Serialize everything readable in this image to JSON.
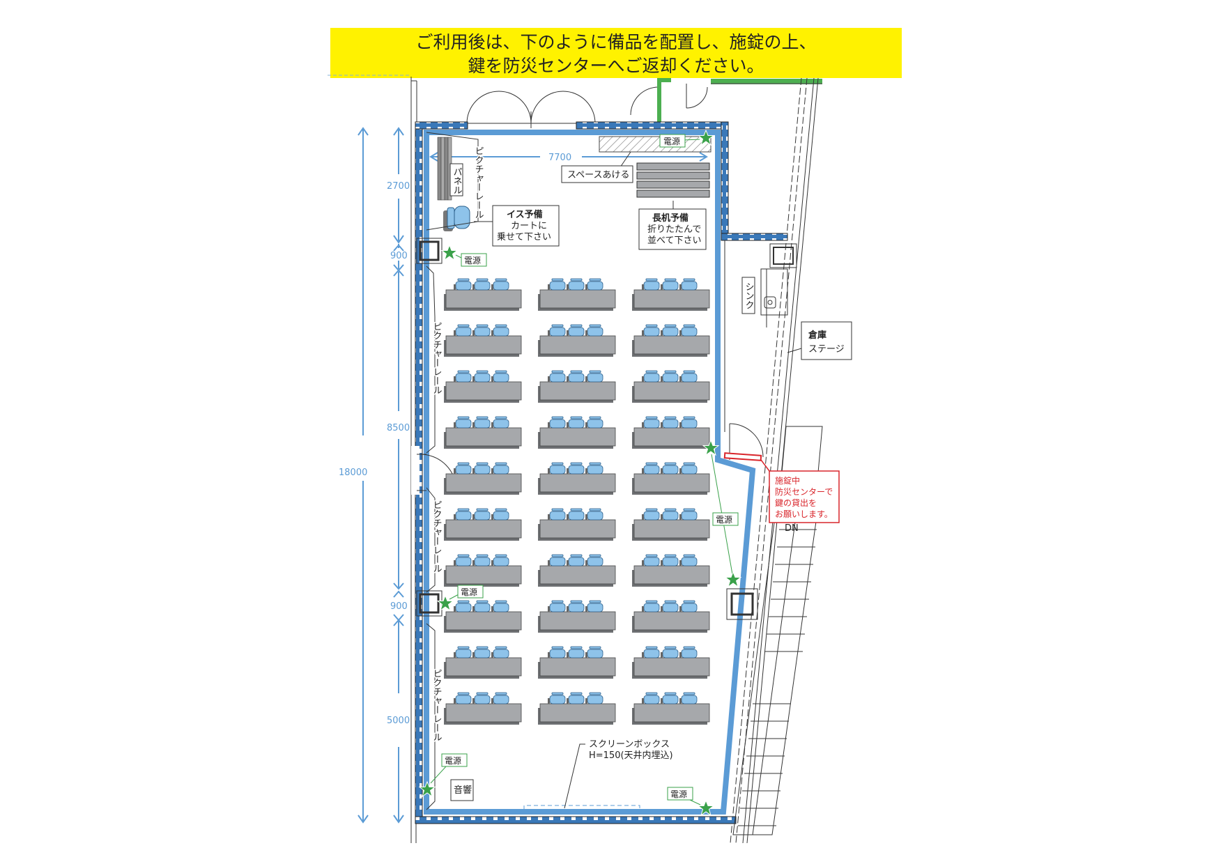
{
  "banner": {
    "line1": "ご利用後は、下のように備品を配置し、施錠の上、",
    "line2": "鍵を防災センターへご返却ください。",
    "background": "#fff200"
  },
  "dimensions": {
    "total": "18000",
    "segments": [
      "2700",
      "900",
      "8500",
      "900",
      "5000"
    ],
    "width": "7700"
  },
  "labels": {
    "picture_rail": "ピクチャーレール",
    "panel": "パネル",
    "space": "スペースあける",
    "chair_reserve_title": "イス予備",
    "chair_reserve_line1": "カートに",
    "chair_reserve_line2": "乗せて下さい",
    "desk_reserve_title": "長机予備",
    "desk_reserve_line1": "折りたたんで",
    "desk_reserve_line2": "並べて下さい",
    "sink": "シンク",
    "storage_title": "倉庫",
    "storage_sub": "ステージ",
    "lock_line1": "施錠中",
    "lock_line2": "防災センターで",
    "lock_line3": "鍵の貸出を",
    "lock_line4": "お願いします。",
    "screen_box_line1": "スクリーンボックス",
    "screen_box_line2": "H=150(天井内埋込)",
    "audio": "音響",
    "power": "電源",
    "stairs_dn": "DN"
  },
  "layout": {
    "table_rows": 10,
    "table_columns": 3,
    "chairs_per_table": 3,
    "power_outlets": 7
  },
  "colors": {
    "wall_blue": "#5b9bd5",
    "table_gray": "#a6a8ab",
    "chair_blue": "#8ec3ea",
    "power_green": "#3aa14a",
    "warning_red": "#d9252b",
    "door_green": "#4caf50"
  }
}
